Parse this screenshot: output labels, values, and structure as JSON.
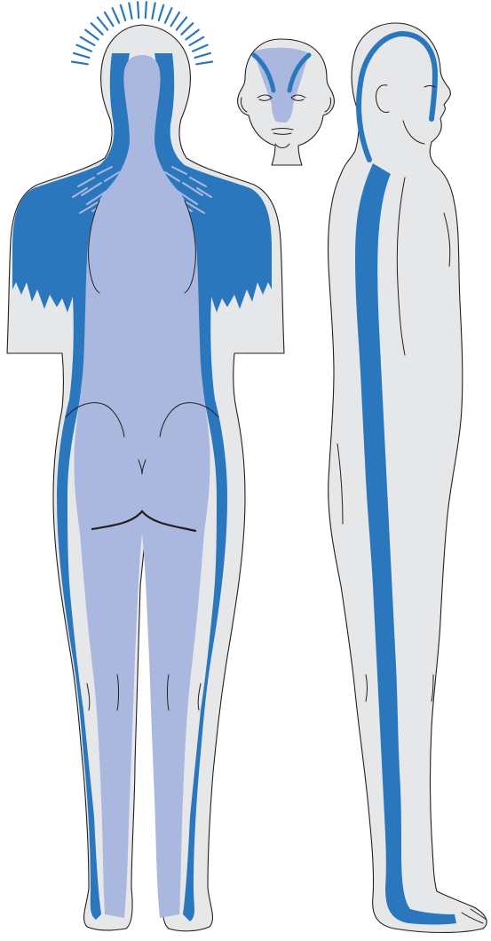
{
  "figure": {
    "views": [
      "posterior-body",
      "anterior-face",
      "lateral-body"
    ]
  },
  "colors": {
    "skin": "#e6e7e9",
    "outline": "#231f20",
    "primary_zone": "#2a77be",
    "secondary_zone": "#aab8df",
    "background": "#ffffff"
  },
  "icons": {
    "halo": "radiating-lines"
  }
}
